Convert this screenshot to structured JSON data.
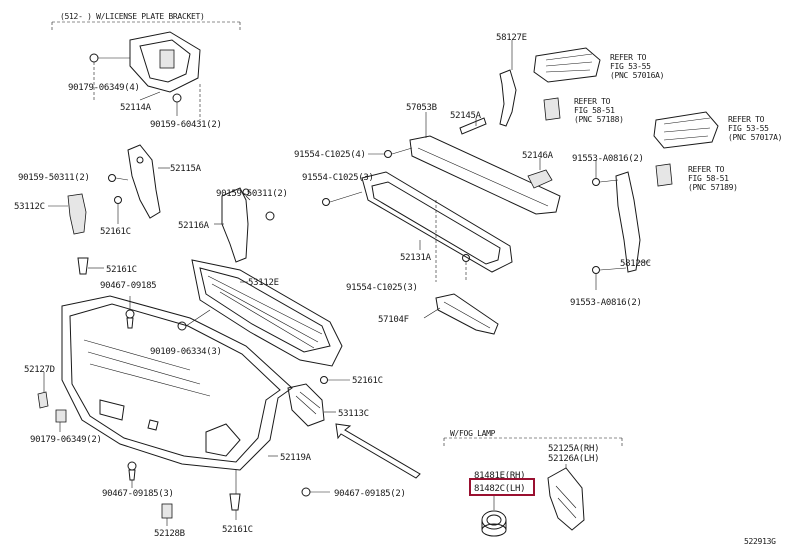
{
  "diagram": {
    "bracket_group_label": "(512-    ) W/LICENSE PLATE BRACKET)",
    "fog_group_label": "W/FOG LAMP",
    "figure_code": "522913G",
    "labels": {
      "p58127E": "58127E",
      "ref1_l1": "REFER TO",
      "ref1_l2": "FIG 53-55",
      "ref1_l3": "(PNC 57016A)",
      "ref2_l1": "REFER TO",
      "ref2_l2": "FIG 58-51",
      "ref2_l3": "(PNC 57188)",
      "ref3_l1": "REFER TO",
      "ref3_l2": "FIG 53-55",
      "ref3_l3": "(PNC 57017A)",
      "ref4_l1": "REFER TO",
      "ref4_l2": "FIG 58-51",
      "ref4_l3": "(PNC 57189)",
      "p90179_06349_top": "90179-06349(4)",
      "p52114A": "52114A",
      "p90159_60431": "90159-60431(2)",
      "p57053B": "57053B",
      "p52145A": "52145A",
      "p91554_C1025_4": "91554-C1025(4)",
      "p52146A": "52146A",
      "p91553_A0816_top": "91553-A0816(2)",
      "p52115A": "52115A",
      "p90159_50311_left": "90159-50311(2)",
      "p91554_C1025_3": "91554-C1025(3)",
      "p53112C": "53112C",
      "p90159_50311_mid": "90159-50311(2)",
      "p52161C_a": "52161C",
      "p52116A": "52116A",
      "p52131A": "52131A",
      "p58128C": "58128C",
      "p52161C_b": "52161C",
      "p53112E": "53112E",
      "p90467_09185_top": "90467-09185",
      "p91554_C1025_3b": "91554-C1025(3)",
      "p91553_A0816_bot": "91553-A0816(2)",
      "p57104F": "57104F",
      "p90109_06334": "90109-06334(3)",
      "p52127D": "52127D",
      "p52161C_c": "52161C",
      "p53113C": "53113C",
      "p90179_06349_bot": "90179-06349(2)",
      "p52125A": "52125A(RH)",
      "p52126A": "52126A(LH)",
      "p52119A": "52119A",
      "p81481E": "81481E(RH)",
      "p81482C": "81482C(LH)",
      "p90467_09185_3": "90467-09185(3)",
      "p90467_09185_2": "90467-09185(2)",
      "p52128B": "52128B",
      "p52161C_d": "52161C"
    },
    "highlighted_part": "81482C(LH)",
    "highlight_color": "#9a1030"
  }
}
